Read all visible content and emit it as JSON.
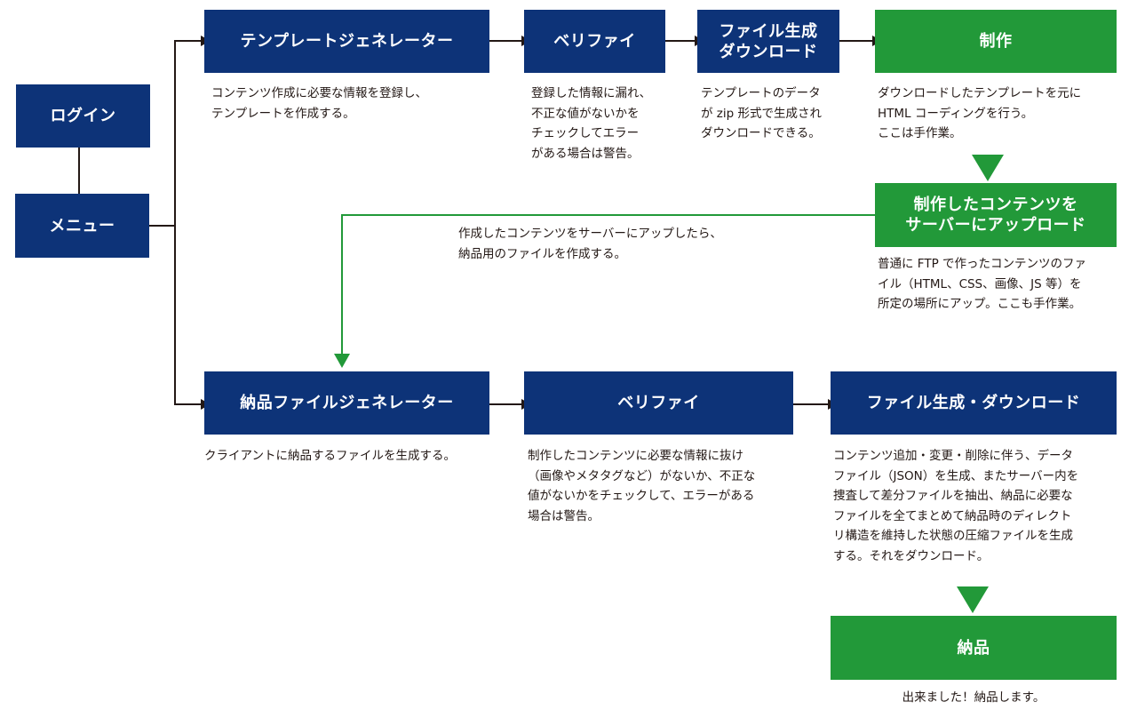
{
  "nodes": {
    "login": "ログイン",
    "menu": "メニュー",
    "template_generator": "テンプレートジェネレーター",
    "verify_top": "ベリファイ",
    "file_download_top": "ファイル生成\nダウンロード",
    "production": "制作",
    "upload": "制作したコンテンツを\nサーバーにアップロード",
    "delivery_generator": "納品ファイルジェネレーター",
    "verify_bottom": "ベリファイ",
    "file_download_bottom": "ファイル生成・ダウンロード",
    "delivery": "納品"
  },
  "descriptions": {
    "template_generator": "コンテンツ作成に必要な情報を登録し、\nテンプレートを作成する。",
    "verify_top": "登録した情報に漏れ、\n不正な値がないかを\nチェックしてエラー\nがある場合は警告。",
    "file_download_top": "テンプレートのデータ\nが zip 形式で生成され\nダウンロードできる。",
    "production": "ダウンロードしたテンプレートを元に\nHTML コーディングを行う。\nここは手作業。",
    "upload": "普通に FTP で作ったコンテンツのファ\nイル（HTML、CSS、画像、JS 等）を\n所定の場所にアップ。ここも手作業。",
    "upload_to_delivery": "作成したコンテンツをサーバーにアップしたら、\n納品用のファイルを作成する。",
    "delivery_generator": "クライアントに納品するファイルを生成する。",
    "verify_bottom": "制作したコンテンツに必要な情報に抜け\n（画像やメタタグなど）がないか、不正な\n値がないかをチェックして、エラーがある\n場合は警告。",
    "file_download_bottom": "コンテンツ追加・変更・削除に伴う、データ\nファイル（JSON）を生成、またサーバー内を\n捜査して差分ファイルを抽出、納品に必要な\nファイルを全てまとめて納品時のディレクト\nリ構造を維持した状態の圧縮ファイルを生成\nする。それをダウンロード。",
    "delivery": "出来ました！納品します。"
  },
  "colors": {
    "navy": "#0d3378",
    "green": "#229939",
    "line": "#231815",
    "green_line": "#229939"
  }
}
